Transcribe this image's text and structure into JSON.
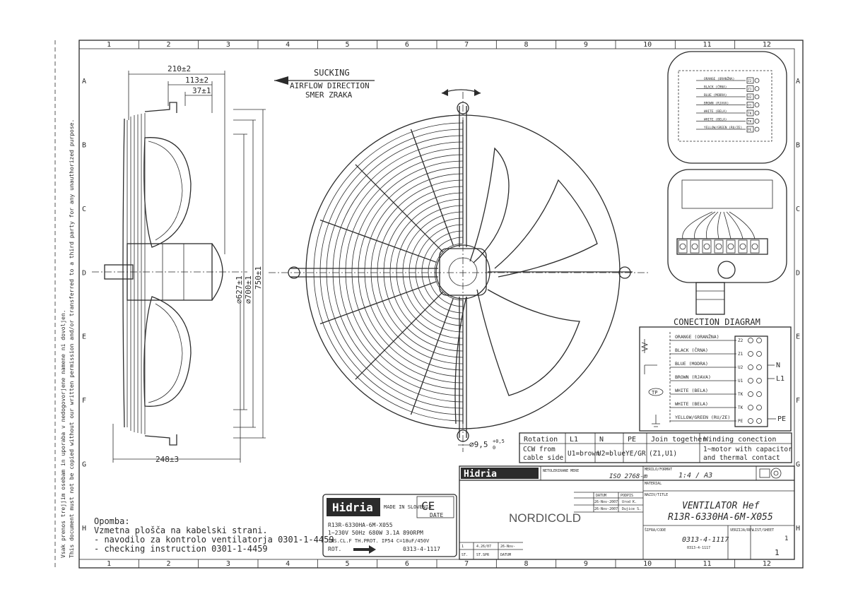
{
  "sheet": {
    "grid_columns": [
      "1",
      "2",
      "3",
      "4",
      "5",
      "6",
      "7",
      "8",
      "9",
      "10",
      "11",
      "12"
    ],
    "grid_rows": [
      "A",
      "B",
      "C",
      "D",
      "E",
      "F",
      "G",
      "H"
    ],
    "side_note_1": "Vsak prenos trejjim osebam in uporaba v nedogovorjene namene ni dovoljen.",
    "side_note_2": "This document must not be copied without our written permission and/or transferred to a third party for any unauthorized purpose."
  },
  "side_view": {
    "dim_top_1": "210±2",
    "dim_top_2": "113±2",
    "dim_top_3": "37±1",
    "dim_bottom": "248±3",
    "dim_v_1": "⌀627±1",
    "dim_v_2": "⌀700±1",
    "dim_v_3": "750±1"
  },
  "airflow": {
    "line1": "SUCKING",
    "line2": "AIRFLOW DIRECTION",
    "line3": "SMER ZRAKA"
  },
  "front_view": {
    "hole_dim": "⌀9,5",
    "hole_tol_top": "+0,5",
    "hole_tol_bottom": "0"
  },
  "connection": {
    "title": "CONECTION DIAGRAM",
    "wires": [
      {
        "label": "ORANGE (ORANŽNA)",
        "terminal": "Z2"
      },
      {
        "label": "BLACK (ČRNA)",
        "terminal": "Z1"
      },
      {
        "label": "BLUE (MODRA)",
        "terminal": "U2"
      },
      {
        "label": "BROWN (RJAVA)",
        "terminal": "U1"
      },
      {
        "label": "WHITE (BELA)",
        "terminal": "TK"
      },
      {
        "label": "WHITE (BELA)",
        "terminal": "TK"
      },
      {
        "label": "YELLOW/GREEN (RU/ZE)",
        "terminal": "PE"
      }
    ],
    "tp_label": "TP",
    "line_N": "N",
    "line_L1": "L1",
    "line_PE": "PE"
  },
  "rotation_table": {
    "headers": [
      "Rotation",
      "L1",
      "N",
      "PE",
      "Join together",
      "Winding conection"
    ],
    "row": [
      "CCW from cable side",
      "U1=brown",
      "U2=blue",
      "YE/GR",
      "(Z1,U1)",
      "1~motor with capacitor and thermal contact"
    ]
  },
  "nameplate": {
    "brand": "Hidria",
    "made_in": "MADE IN SLOVENIA",
    "ce": "CE",
    "date_label": "DATE",
    "model": "R13R-6330HA-6M-X055",
    "electrical": "1~230V 50Hz 680W 3.1A 890RPM",
    "insulation": "INS.CL.F  TH.PROT.  IP54  C=18uF/450V",
    "rot_label": "ROT.",
    "code": "0313-4-1117"
  },
  "remarks": {
    "title": "Opomba:",
    "line1": "Vzmetna plošča na kabelski strani.",
    "line2": "- navodilo za kontrolo ventilatorja 0301-1-4459",
    "line3": "- checking instruction 0301-1-4459"
  },
  "title_block": {
    "brand": "Hidria",
    "tolerance_label": "NETOLERIRANE MERE",
    "standard": "ISO 2768-m",
    "scale_label": "MERILO/FORMAT",
    "scale": "1:4 / A3",
    "material_label": "MATERIAL",
    "name_label": "NAZIV/TITLE",
    "title_line1": "VENTILATOR Hef",
    "title_line2": "R13R-6330HA-6M-X055",
    "nordicold": "NORDICOLD",
    "drawing_no": "0313-4-1117",
    "drawing_no_small": "0313-4-1117",
    "code_label": "ŠIFRA/CODE",
    "rev_label": "VERZIJA/REV",
    "sheet_label": "LIST/SHEET",
    "sheet": "1",
    "sheet_of": "1",
    "date_col": "DATUM",
    "sign_col": "PODPIS",
    "date_1": "26-Nov-2007",
    "sign_1": "Urod K.",
    "date_2": "26-Nov-2007",
    "sign_2": "Dujice S.",
    "rev_row": [
      "1",
      "4.26/07",
      "26-Nov-"
    ],
    "rev_headers": [
      "ST.",
      "ST.SPR",
      "DATUM"
    ]
  }
}
